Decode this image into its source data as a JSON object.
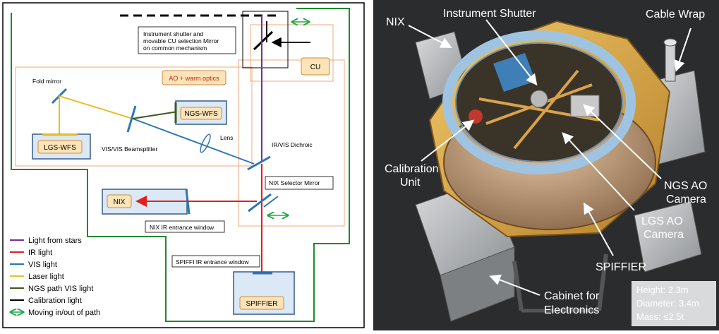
{
  "schematic": {
    "labels": {
      "mechanism_note_line1": "Instrument shutter and",
      "mechanism_note_line2": "movable CU selection  Mirror",
      "mechanism_note_line3": "on common mechanism",
      "cu": "CU",
      "fold_mirror": "Fold mirror",
      "ao_warm_optics": "AO + warm optics",
      "ngs_wfs": "NGS-WFS",
      "lgs_wfs": "LGS-WFS",
      "beamsplitter": "VIS/VIS Beamsplitter",
      "lens": "Lens",
      "dichroic": "IR/VIS Dichroic",
      "nix_selector": "NIX Selector Mirror",
      "nix": "NIX",
      "nix_window": "NIX IR entrance window",
      "spiffi_window": "SPIFFI IR entrance window",
      "spiffier": "SPIFFIER"
    },
    "legend": [
      {
        "label": "Light from stars",
        "color": "#7030a0"
      },
      {
        "label": "IR light",
        "color": "#e02020"
      },
      {
        "label": "VIS light",
        "color": "#2e75b6"
      },
      {
        "label": "Laser light",
        "color": "#e6c02e"
      },
      {
        "label": "NGS path VIS light",
        "color": "#3d5a1e"
      },
      {
        "label": "Calibration light",
        "color": "#000000"
      },
      {
        "label": "Moving in/out of path",
        "color": "#21a84a"
      }
    ]
  },
  "photo": {
    "labels": {
      "nix": "NIX",
      "instrument_shutter": "Instrument Shutter",
      "cable_wrap": "Cable Wrap",
      "calibration_unit_line1": "Calibration",
      "calibration_unit_line2": "Unit",
      "ngs_ao_line1": "NGS AO",
      "ngs_ao_line2": "Camera",
      "lgs_ao_line1": "LGS AO",
      "lgs_ao_line2": "Camera",
      "spiffier": "SPIFFIER",
      "cabinet_line1": "Cabinet for",
      "cabinet_line2": "Electronics"
    },
    "specs": {
      "height": "Height: 2.3m",
      "diameter": "Diameter: 3.4m",
      "mass": "Mass: ≤2.5t"
    }
  }
}
